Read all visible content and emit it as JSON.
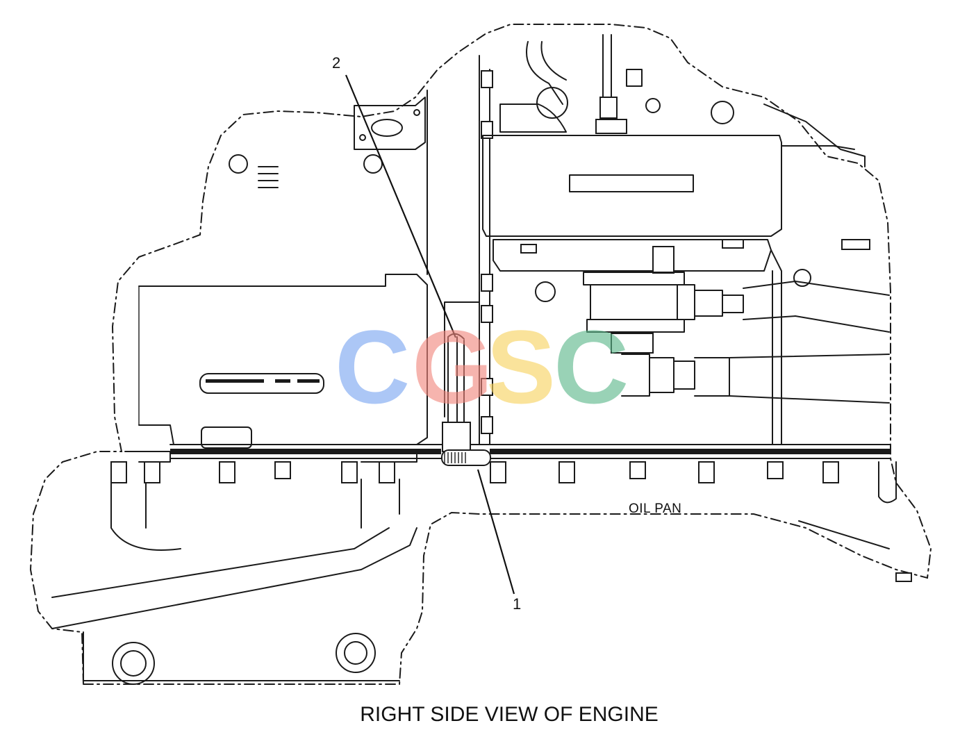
{
  "labels": {
    "callout_1": "1",
    "callout_2": "2",
    "oil_pan": "OIL PAN"
  },
  "caption": "RIGHT SIDE VIEW OF ENGINE",
  "watermark": {
    "letters": [
      "C",
      "G",
      "S",
      "C"
    ],
    "colors": [
      "#7aa6f2",
      "#f2877d",
      "#f7d25f",
      "#5cb88b"
    ]
  }
}
